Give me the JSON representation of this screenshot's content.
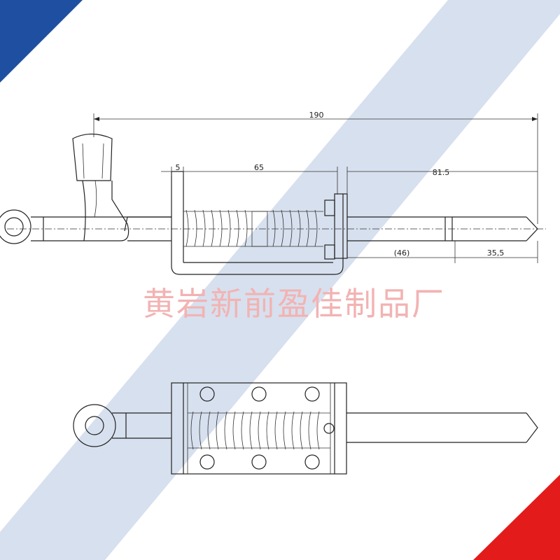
{
  "colors": {
    "corner_blue": "#1f4fa0",
    "corner_red": "#e31b1b",
    "stripe": "#c9d5e8",
    "watermark": "#f2b3b3",
    "line": "#222222"
  },
  "dimensions": {
    "overall_length": "190",
    "flange_offset": "5",
    "housing_length": "65",
    "pin_extension": "81.5",
    "pin_partial": "(46)",
    "pin_tip": "35,5"
  },
  "watermark": {
    "text": "黄岩新前盈佳制品厂"
  }
}
